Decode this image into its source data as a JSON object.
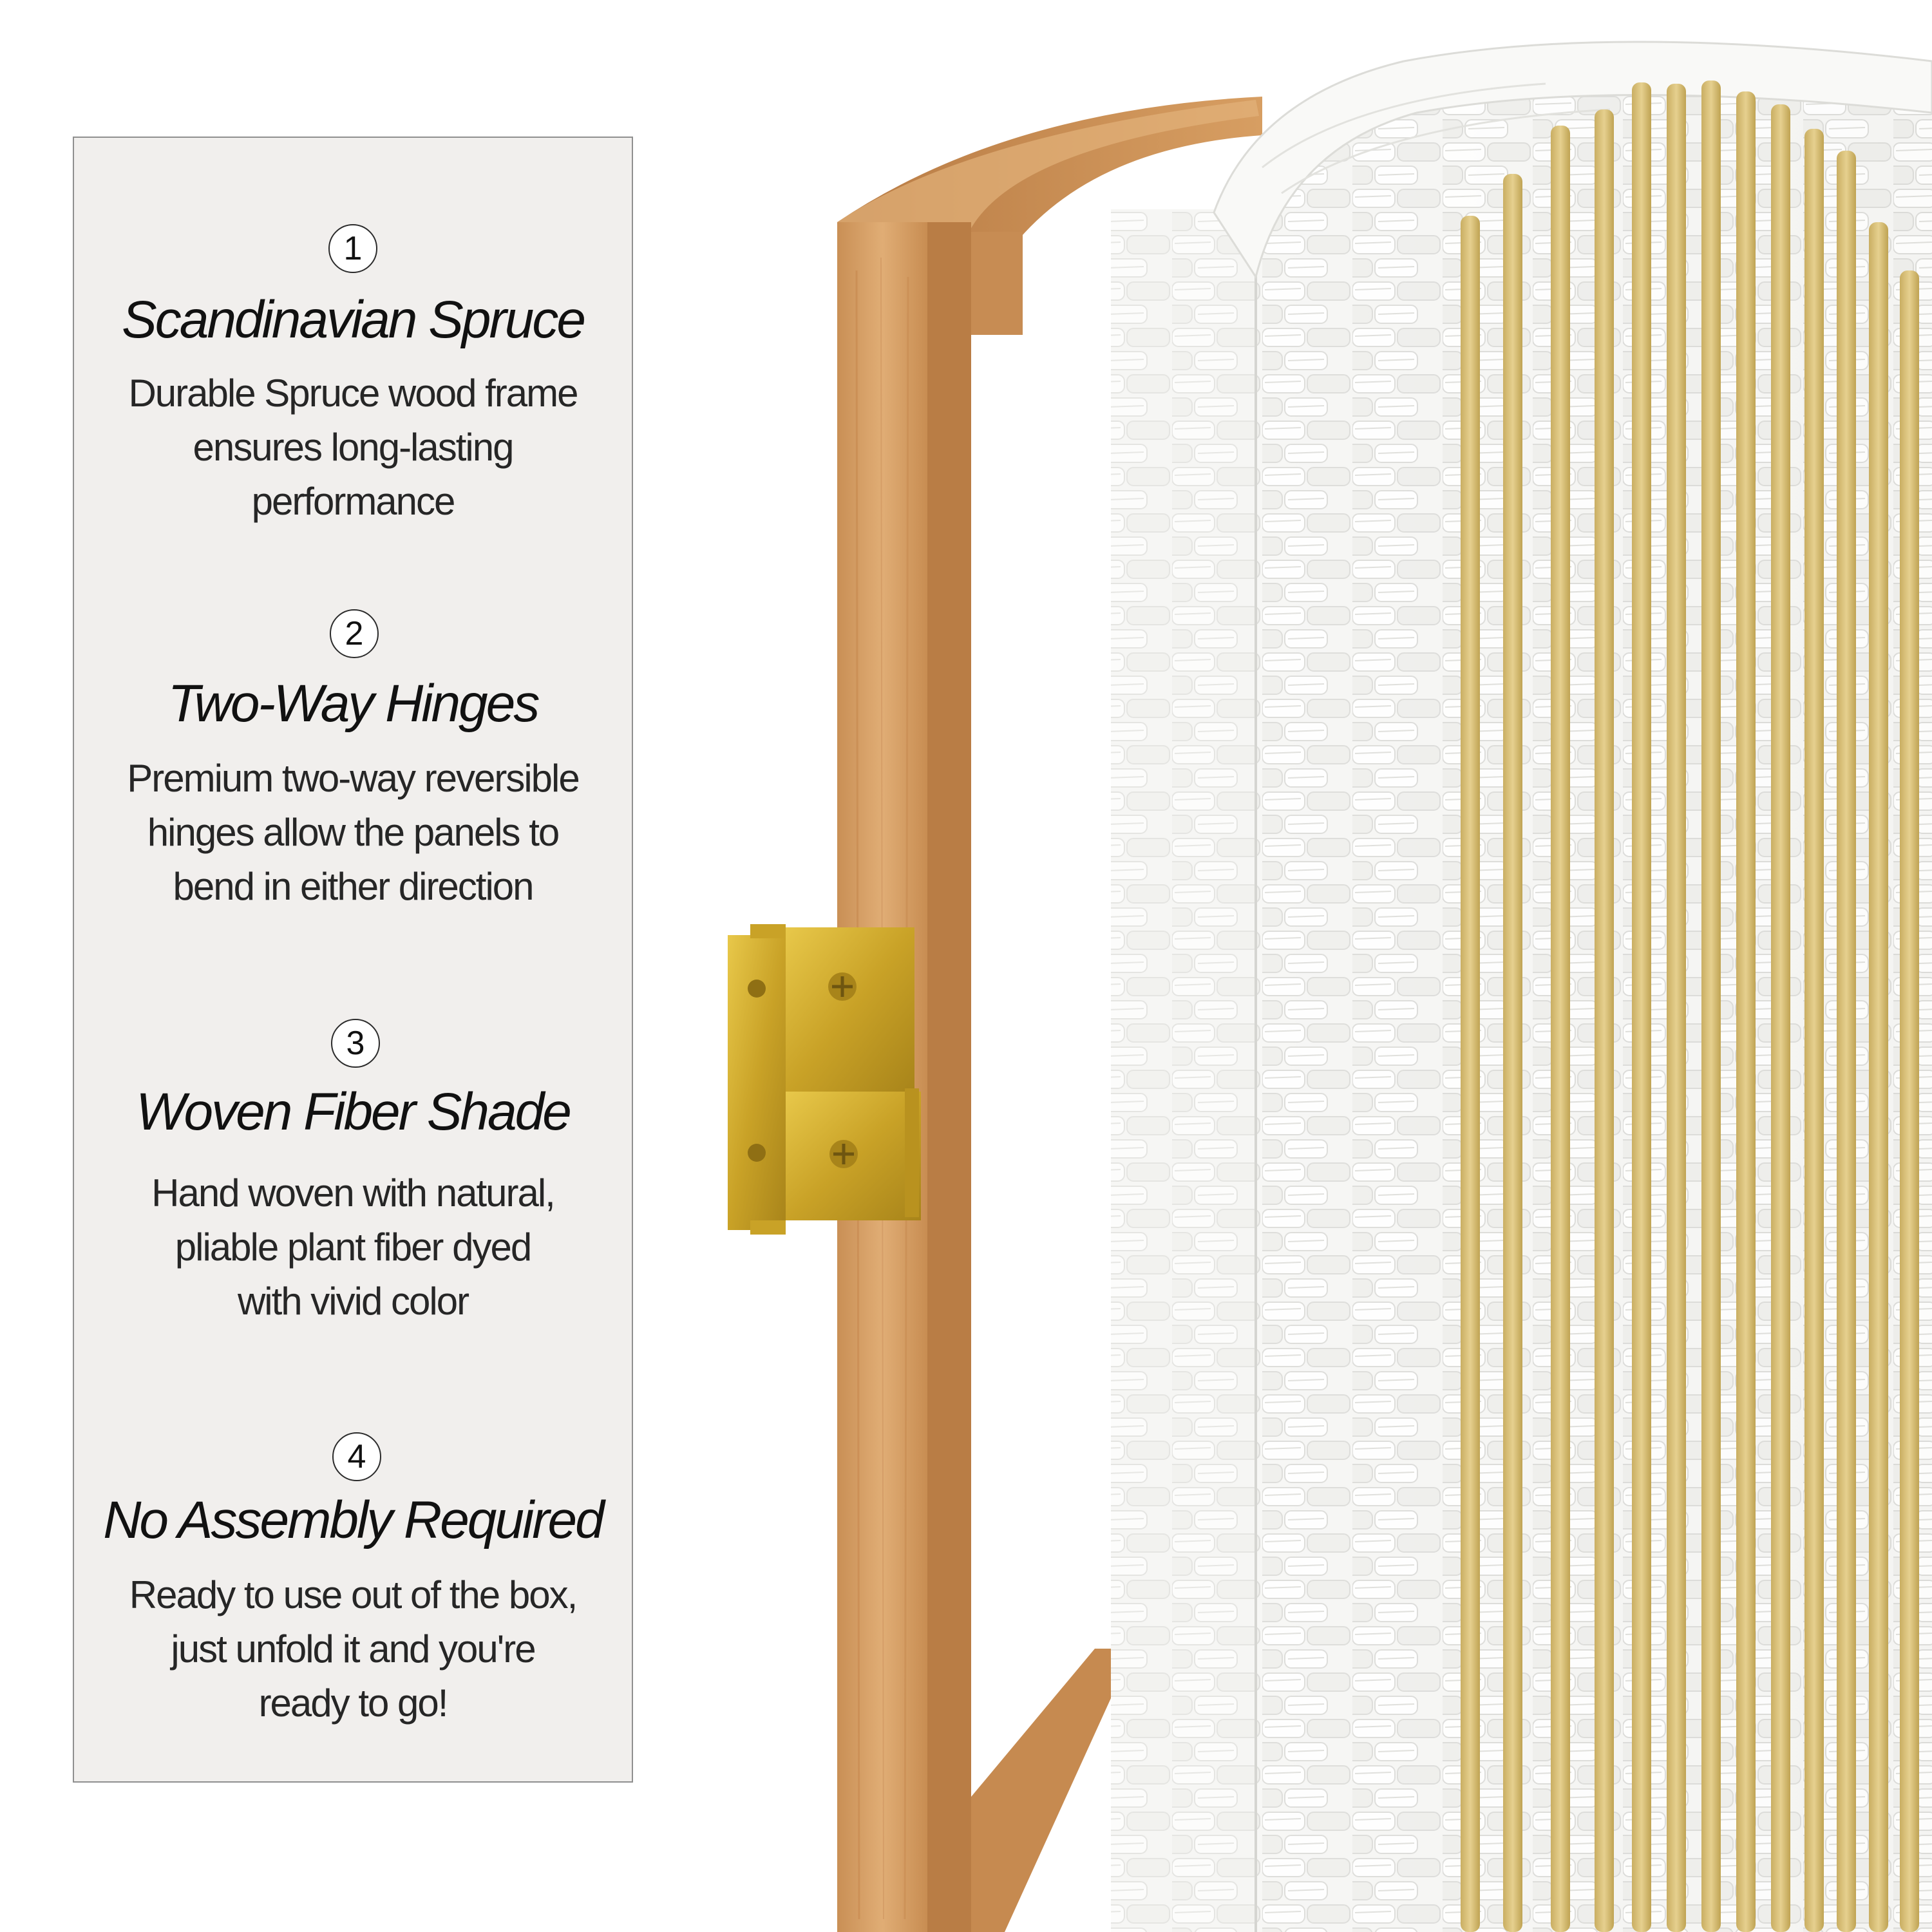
{
  "features": [
    {
      "number": "1",
      "title": "Scandinavian Spruce",
      "lines": [
        "Durable Spruce wood frame",
        "ensures long-lasting",
        "performance"
      ]
    },
    {
      "number": "2",
      "title": "Two-Way Hinges",
      "lines": [
        "Premium two-way reversible",
        "hinges allow the panels to",
        "bend in either direction"
      ]
    },
    {
      "number": "3",
      "title": "Woven Fiber Shade",
      "lines": [
        "Hand woven with natural,",
        "pliable plant fiber dyed",
        "with vivid color"
      ]
    },
    {
      "number": "4",
      "title": "No Assembly Required",
      "lines": [
        "Ready to use out of the box,",
        "just unfold it and you're",
        "ready to go!"
      ]
    }
  ],
  "colors": {
    "panel_background": "#f1efed",
    "wood": "#d9a46a",
    "weave": "#f4f4f2",
    "hinge_gold": "#c9a227",
    "rod_gold": "#d8c07a"
  }
}
